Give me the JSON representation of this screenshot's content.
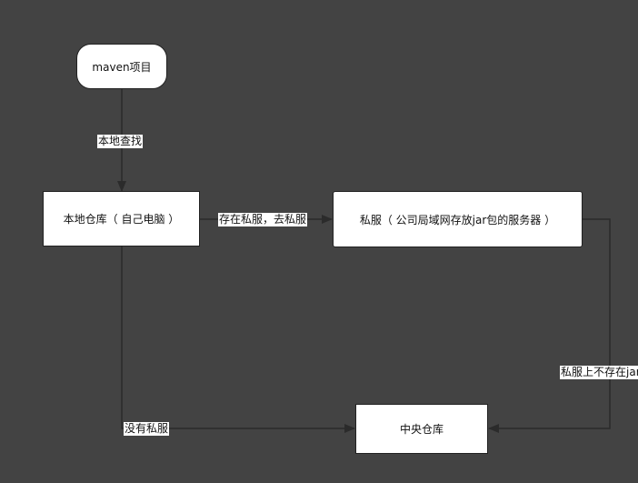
{
  "nodes": {
    "maven_project": "maven项目",
    "local_repo": "本地仓库（ 自己电脑 ）",
    "private_server": "私服（ 公司局域网存放jar包的服务器 ）",
    "central_repo": "中央仓库"
  },
  "edges": {
    "local_search": "本地查找",
    "store_private": "存在私服，去私服",
    "no_private": "没有私服",
    "private_missing": "私服上不存在jar"
  },
  "colors": {
    "background": "#434343",
    "node_fill": "#ffffff",
    "line": "#2b2b2b"
  }
}
